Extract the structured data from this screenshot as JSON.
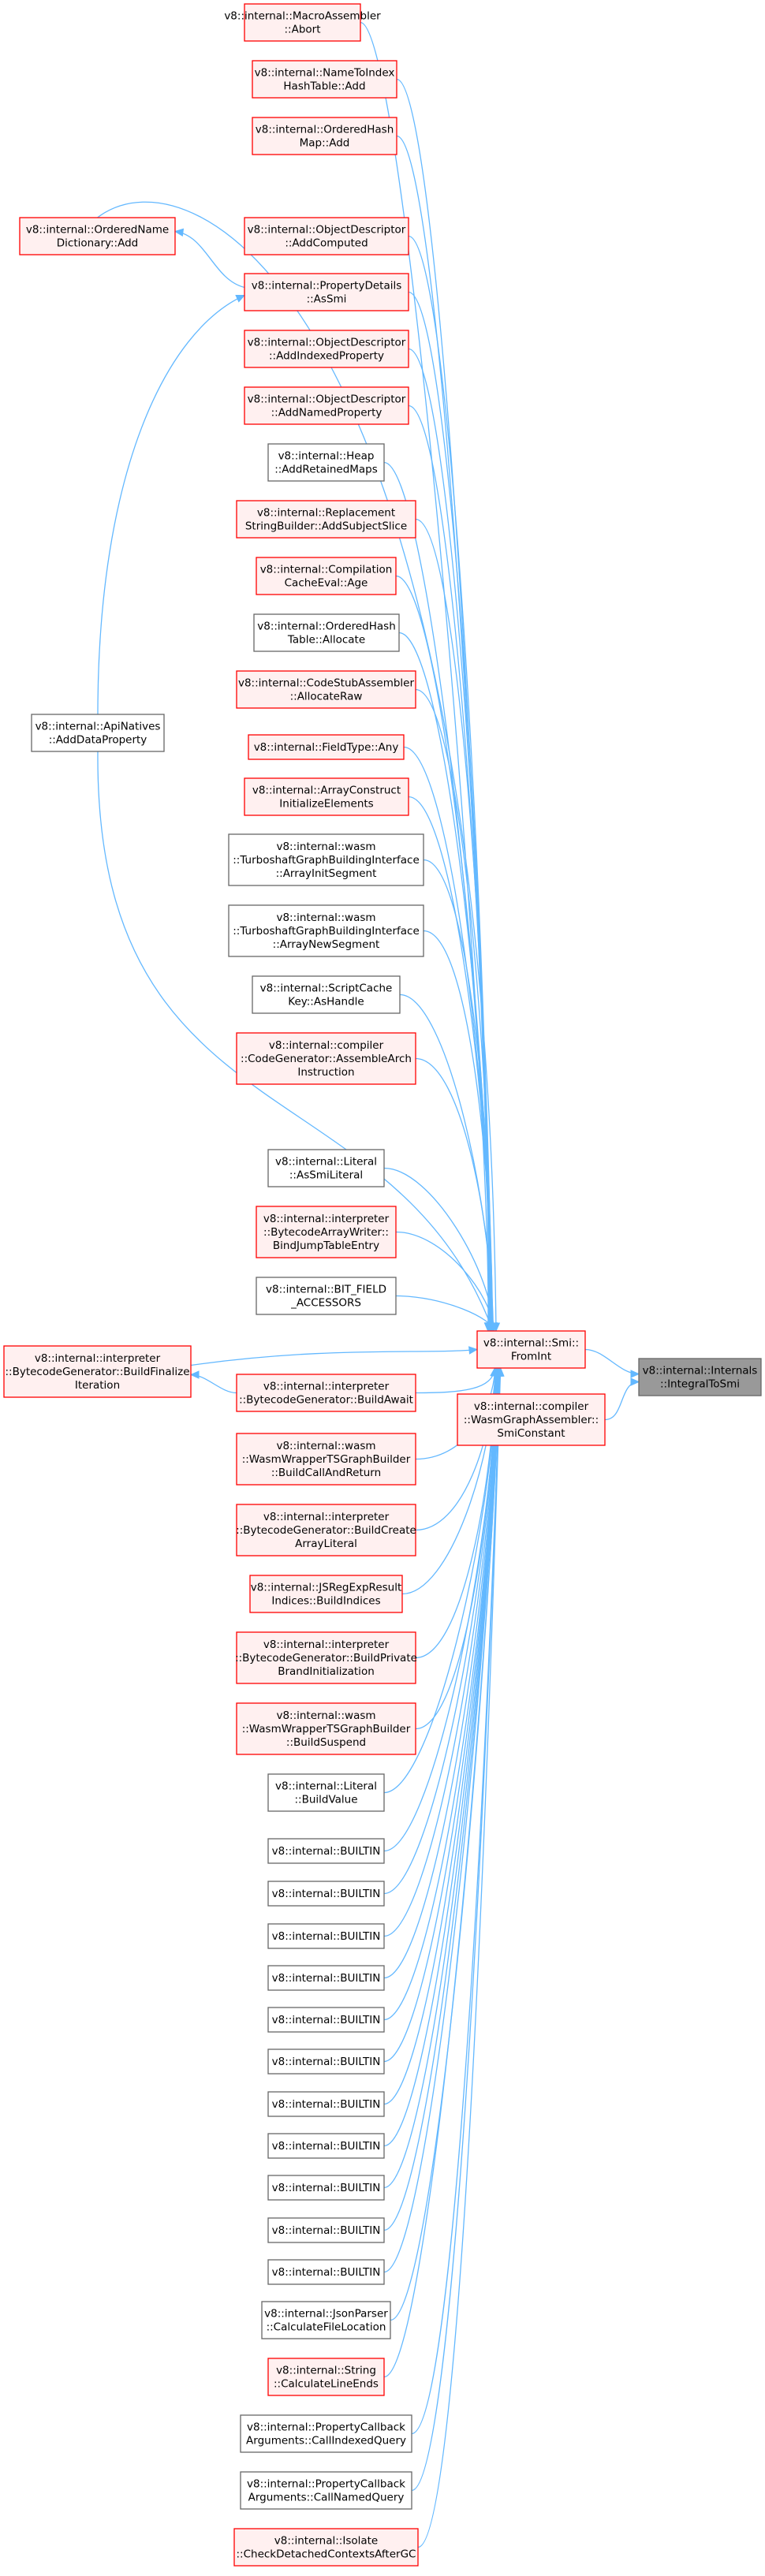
{
  "colors": {
    "edge": "#63b8ff",
    "linked_fill": "#fff0f0",
    "linked_border": "#ff0000",
    "plain_fill": "#ffffff",
    "plain_border": "#666666",
    "focus_fill": "#999999"
  },
  "nodes": [
    {
      "id": "n0",
      "style": "red",
      "lines": [
        "v8::internal::MacroAssembler",
        "::Abort"
      ]
    },
    {
      "id": "n1",
      "style": "red",
      "lines": [
        "v8::internal::NameToIndex",
        "HashTable::Add"
      ]
    },
    {
      "id": "n2",
      "style": "red",
      "lines": [
        "v8::internal::OrderedHash",
        "Map::Add"
      ]
    },
    {
      "id": "n3",
      "style": "red",
      "lines": [
        "v8::internal::OrderedName",
        "Dictionary::Add"
      ]
    },
    {
      "id": "n4",
      "style": "red",
      "lines": [
        "v8::internal::ObjectDescriptor",
        "::AddComputed"
      ]
    },
    {
      "id": "n5",
      "style": "red",
      "lines": [
        "v8::internal::PropertyDetails",
        "::AsSmi"
      ]
    },
    {
      "id": "n6",
      "style": "red",
      "lines": [
        "v8::internal::ObjectDescriptor",
        "::AddIndexedProperty"
      ]
    },
    {
      "id": "n7",
      "style": "red",
      "lines": [
        "v8::internal::ObjectDescriptor",
        "::AddNamedProperty"
      ]
    },
    {
      "id": "n8",
      "style": "gray",
      "lines": [
        "v8::internal::Heap",
        "::AddRetainedMaps"
      ]
    },
    {
      "id": "n9",
      "style": "red",
      "lines": [
        "v8::internal::Replacement",
        "StringBuilder::AddSubjectSlice"
      ]
    },
    {
      "id": "n10",
      "style": "red",
      "lines": [
        "v8::internal::Compilation",
        "CacheEval::Age"
      ]
    },
    {
      "id": "n11",
      "style": "gray",
      "lines": [
        "v8::internal::OrderedHash",
        "Table::Allocate"
      ]
    },
    {
      "id": "n12",
      "style": "red",
      "lines": [
        "v8::internal::CodeStubAssembler",
        "::AllocateRaw"
      ]
    },
    {
      "id": "n13",
      "style": "gray",
      "lines": [
        "v8::internal::ApiNatives",
        "::AddDataProperty"
      ]
    },
    {
      "id": "n14",
      "style": "red",
      "lines": [
        "v8::internal::FieldType::Any"
      ]
    },
    {
      "id": "n15",
      "style": "red",
      "lines": [
        "v8::internal::ArrayConstruct",
        "InitializeElements"
      ]
    },
    {
      "id": "n16",
      "style": "gray",
      "lines": [
        "v8::internal::wasm",
        "::TurboshaftGraphBuildingInterface",
        "::ArrayInitSegment"
      ]
    },
    {
      "id": "n17",
      "style": "gray",
      "lines": [
        "v8::internal::wasm",
        "::TurboshaftGraphBuildingInterface",
        "::ArrayNewSegment"
      ]
    },
    {
      "id": "n18",
      "style": "gray",
      "lines": [
        "v8::internal::ScriptCache",
        "Key::AsHandle"
      ]
    },
    {
      "id": "n19",
      "style": "red",
      "lines": [
        "v8::internal::compiler",
        "::CodeGenerator::AssembleArch",
        "Instruction"
      ]
    },
    {
      "id": "n20",
      "style": "gray",
      "lines": [
        "v8::internal::Literal",
        "::AsSmiLiteral"
      ]
    },
    {
      "id": "n21",
      "style": "red",
      "lines": [
        "v8::internal::interpreter",
        "::BytecodeArrayWriter::",
        "BindJumpTableEntry"
      ]
    },
    {
      "id": "n22",
      "style": "gray",
      "lines": [
        "v8::internal::BIT_FIELD",
        "_ACCESSORS"
      ]
    },
    {
      "id": "n23",
      "style": "red",
      "lines": [
        "v8::internal::Smi::",
        "FromInt"
      ]
    },
    {
      "id": "n24",
      "style": "focus",
      "lines": [
        "v8::internal::Internals",
        "::IntegralToSmi"
      ]
    },
    {
      "id": "n25",
      "style": "red",
      "lines": [
        "v8::internal::interpreter",
        "::BytecodeGenerator::BuildFinalize",
        "Iteration"
      ]
    },
    {
      "id": "n26",
      "style": "red",
      "lines": [
        "v8::internal::interpreter",
        "::BytecodeGenerator::BuildAwait"
      ]
    },
    {
      "id": "n27",
      "style": "red",
      "lines": [
        "v8::internal::compiler",
        "::WasmGraphAssembler::",
        "SmiConstant"
      ]
    },
    {
      "id": "n28",
      "style": "red",
      "lines": [
        "v8::internal::wasm",
        "::WasmWrapperTSGraphBuilder",
        "::BuildCallAndReturn"
      ]
    },
    {
      "id": "n29",
      "style": "red",
      "lines": [
        "v8::internal::interpreter",
        "::BytecodeGenerator::BuildCreate",
        "ArrayLiteral"
      ]
    },
    {
      "id": "n30",
      "style": "red",
      "lines": [
        "v8::internal::JSRegExpResult",
        "Indices::BuildIndices"
      ]
    },
    {
      "id": "n31",
      "style": "red",
      "lines": [
        "v8::internal::interpreter",
        "::BytecodeGenerator::BuildPrivate",
        "BrandInitialization"
      ]
    },
    {
      "id": "n32",
      "style": "red",
      "lines": [
        "v8::internal::wasm",
        "::WasmWrapperTSGraphBuilder",
        "::BuildSuspend"
      ]
    },
    {
      "id": "n33",
      "style": "gray",
      "lines": [
        "v8::internal::Literal",
        "::BuildValue"
      ]
    },
    {
      "id": "n34",
      "style": "gray",
      "lines": [
        "v8::internal::BUILTIN"
      ]
    },
    {
      "id": "n35",
      "style": "gray",
      "lines": [
        "v8::internal::BUILTIN"
      ]
    },
    {
      "id": "n36",
      "style": "gray",
      "lines": [
        "v8::internal::BUILTIN"
      ]
    },
    {
      "id": "n37",
      "style": "gray",
      "lines": [
        "v8::internal::BUILTIN"
      ]
    },
    {
      "id": "n38",
      "style": "gray",
      "lines": [
        "v8::internal::BUILTIN"
      ]
    },
    {
      "id": "n39",
      "style": "gray",
      "lines": [
        "v8::internal::BUILTIN"
      ]
    },
    {
      "id": "n40",
      "style": "gray",
      "lines": [
        "v8::internal::BUILTIN"
      ]
    },
    {
      "id": "n41",
      "style": "gray",
      "lines": [
        "v8::internal::BUILTIN"
      ]
    },
    {
      "id": "n42",
      "style": "gray",
      "lines": [
        "v8::internal::BUILTIN"
      ]
    },
    {
      "id": "n43",
      "style": "gray",
      "lines": [
        "v8::internal::BUILTIN"
      ]
    },
    {
      "id": "n44",
      "style": "gray",
      "lines": [
        "v8::internal::BUILTIN"
      ]
    },
    {
      "id": "n45",
      "style": "gray",
      "lines": [
        "v8::internal::JsonParser",
        "::CalculateFileLocation"
      ]
    },
    {
      "id": "n46",
      "style": "red",
      "lines": [
        "v8::internal::String",
        "::CalculateLineEnds"
      ]
    },
    {
      "id": "n47",
      "style": "gray",
      "lines": [
        "v8::internal::PropertyCallback",
        "Arguments::CallIndexedQuery"
      ]
    },
    {
      "id": "n48",
      "style": "gray",
      "lines": [
        "v8::internal::PropertyCallback",
        "Arguments::CallNamedQuery"
      ]
    },
    {
      "id": "n49",
      "style": "red",
      "lines": [
        "v8::internal::Isolate",
        "::CheckDetachedContextsAfterGC"
      ]
    }
  ],
  "edges": [
    {
      "from": "n0",
      "to": "n23"
    },
    {
      "from": "n1",
      "to": "n23"
    },
    {
      "from": "n2",
      "to": "n23"
    },
    {
      "from": "n3",
      "to": "n23"
    },
    {
      "from": "n4",
      "to": "n23"
    },
    {
      "from": "n5",
      "to": "n23"
    },
    {
      "from": "n6",
      "to": "n23"
    },
    {
      "from": "n7",
      "to": "n23"
    },
    {
      "from": "n8",
      "to": "n23"
    },
    {
      "from": "n9",
      "to": "n23"
    },
    {
      "from": "n10",
      "to": "n23"
    },
    {
      "from": "n11",
      "to": "n23"
    },
    {
      "from": "n12",
      "to": "n23"
    },
    {
      "from": "n14",
      "to": "n23"
    },
    {
      "from": "n15",
      "to": "n23"
    },
    {
      "from": "n16",
      "to": "n23"
    },
    {
      "from": "n17",
      "to": "n23"
    },
    {
      "from": "n18",
      "to": "n23"
    },
    {
      "from": "n19",
      "to": "n23"
    },
    {
      "from": "n13",
      "to": "n23"
    },
    {
      "from": "n20",
      "to": "n23"
    },
    {
      "from": "n21",
      "to": "n23"
    },
    {
      "from": "n22",
      "to": "n23"
    },
    {
      "from": "n25",
      "to": "n23"
    },
    {
      "from": "n26",
      "to": "n23"
    },
    {
      "from": "n28",
      "to": "n23"
    },
    {
      "from": "n29",
      "to": "n23"
    },
    {
      "from": "n30",
      "to": "n23"
    },
    {
      "from": "n31",
      "to": "n23"
    },
    {
      "from": "n32",
      "to": "n23"
    },
    {
      "from": "n33",
      "to": "n23"
    },
    {
      "from": "n34",
      "to": "n23"
    },
    {
      "from": "n35",
      "to": "n23"
    },
    {
      "from": "n36",
      "to": "n23"
    },
    {
      "from": "n37",
      "to": "n23"
    },
    {
      "from": "n38",
      "to": "n23"
    },
    {
      "from": "n39",
      "to": "n23"
    },
    {
      "from": "n40",
      "to": "n23"
    },
    {
      "from": "n41",
      "to": "n23"
    },
    {
      "from": "n42",
      "to": "n23"
    },
    {
      "from": "n43",
      "to": "n23"
    },
    {
      "from": "n44",
      "to": "n23"
    },
    {
      "from": "n45",
      "to": "n23"
    },
    {
      "from": "n46",
      "to": "n23"
    },
    {
      "from": "n47",
      "to": "n23"
    },
    {
      "from": "n48",
      "to": "n23"
    },
    {
      "from": "n49",
      "to": "n23"
    },
    {
      "from": "n23",
      "to": "n24"
    },
    {
      "from": "n27",
      "to": "n24"
    },
    {
      "from": "n5",
      "to": "n3"
    },
    {
      "from": "n13",
      "to": "n5"
    },
    {
      "from": "n26",
      "to": "n25"
    }
  ]
}
